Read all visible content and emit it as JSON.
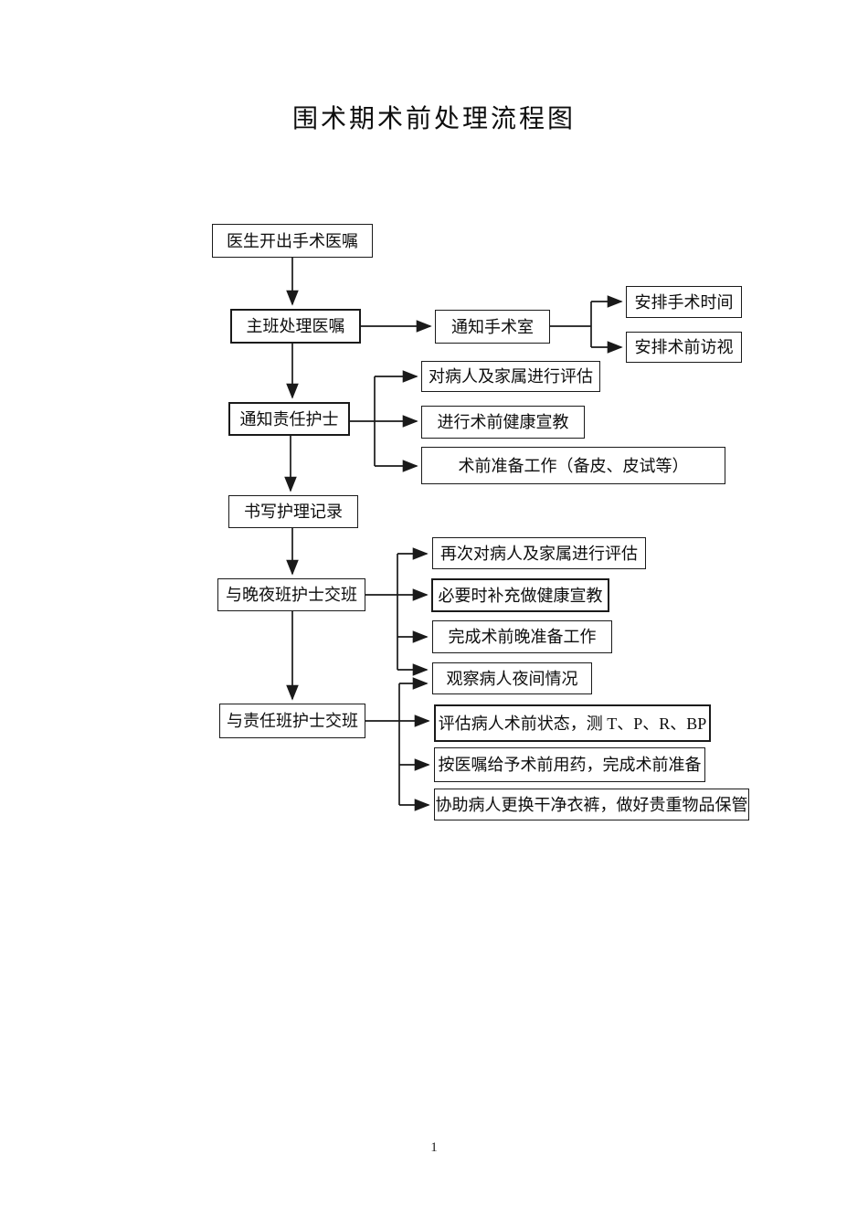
{
  "page": {
    "title": "围术期术前处理流程图",
    "page_number": "1"
  },
  "nodes": {
    "doctor_order": "医生开出手术医嘱",
    "main_shift": "主班处理医嘱",
    "notify_or": "通知手术室",
    "arrange_time": "安排手术时间",
    "arrange_visit": "安排术前访视",
    "notify_nurse": "通知责任护士",
    "assess_patient": "对病人及家属进行评估",
    "preop_education": "进行术前健康宣教",
    "preop_preparation": "术前准备工作（备皮、皮试等）",
    "nursing_record": "书写护理记录",
    "evening_handover": "与晚夜班护士交班",
    "reassess_patient": "再次对病人及家属进行评估",
    "supplement_education": "必要时补充做健康宣教",
    "night_preparation": "完成术前晚准备工作",
    "observe_night": "观察病人夜间情况",
    "duty_handover": "与责任班护士交班",
    "assess_preop_state": "评估病人术前状态，测 T、P、R、BP",
    "preop_medication": "按医嘱给予术前用药，完成术前准备",
    "assist_change": "协助病人更换干净衣裤，做好贵重物品保管"
  }
}
